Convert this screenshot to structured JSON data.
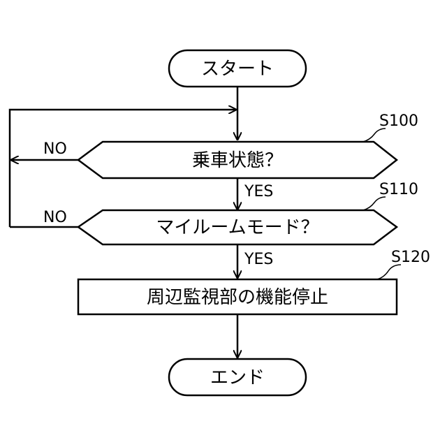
{
  "flowchart": {
    "start": {
      "label": "スタート"
    },
    "decision1": {
      "label": "乗車状態？",
      "step": "S100",
      "no_label": "NO",
      "yes_label": "YES"
    },
    "decision2": {
      "label": "マイルームモード？",
      "step": "S110",
      "no_label": "NO",
      "yes_label": "YES"
    },
    "process1": {
      "label": "周辺監視部の機能停止",
      "step": "S120"
    },
    "end": {
      "label": "エンド"
    }
  },
  "colors": {
    "stroke": "#000000",
    "background": "#ffffff"
  }
}
